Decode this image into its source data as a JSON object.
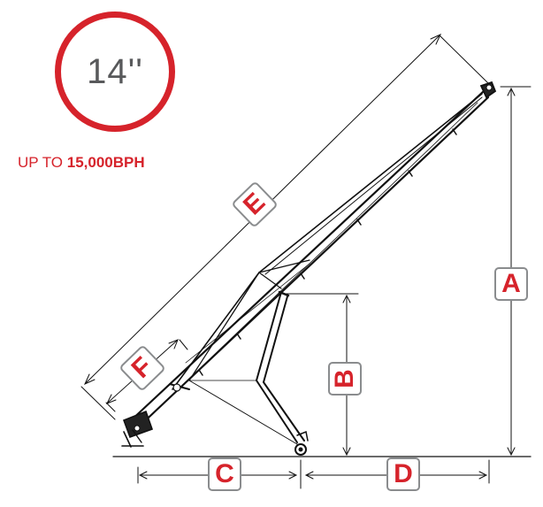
{
  "badge": {
    "size": "14''"
  },
  "capacity": {
    "prefix": "UP TO ",
    "value": "15,000BPH"
  },
  "dimensions": {
    "a": "A",
    "b": "B",
    "c": "C",
    "d": "D",
    "e": "E",
    "f": "F"
  },
  "colors": {
    "accent": "#d6232b",
    "line": "#111111",
    "label_border": "#8a8c8e",
    "text_gray": "#58595b"
  }
}
